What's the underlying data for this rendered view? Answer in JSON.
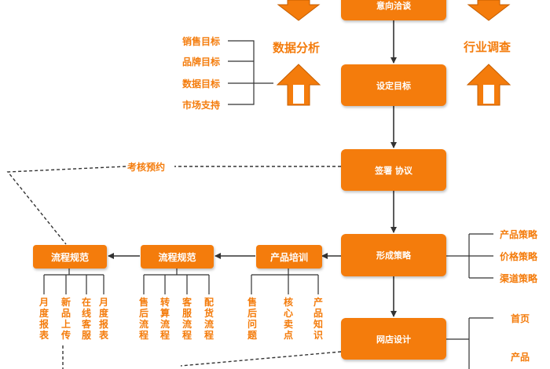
{
  "nodes": {
    "top_box": "意向洽谈",
    "set_goal": "设定目标",
    "sign": "签署 协议",
    "strategy": "形成策略",
    "store_design": "网店设计",
    "training": "产品培训",
    "process_mid": "流程规范",
    "process_left": "流程规范"
  },
  "labels": {
    "data_analysis": "数据分析",
    "industry_survey": "行业调查",
    "assessment": "考核预约"
  },
  "goal_items": [
    "销售目标",
    "品牌目标",
    "数据目标",
    "市场支持"
  ],
  "strategy_items": [
    "产品策略",
    "价格策略",
    "渠道策略"
  ],
  "store_items": [
    "首页",
    "产品"
  ],
  "training_items": [
    "售后问题",
    "核心卖点",
    "产品知识"
  ],
  "process_mid_items": [
    "售后流程",
    "转算流程",
    "客服流程",
    "配货流程"
  ],
  "process_left_items": [
    "月度报表",
    "新品上传",
    "在线客服",
    "月度报表"
  ],
  "colors": {
    "accent": "#f47c0c",
    "text_on_accent": "#ffffff",
    "line": "#333333"
  }
}
